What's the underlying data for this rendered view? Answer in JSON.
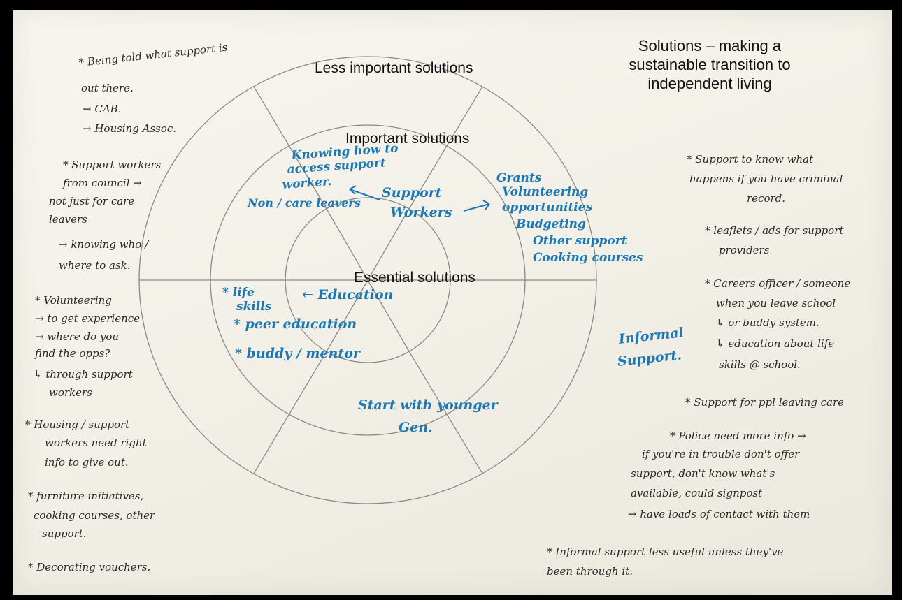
{
  "rings": {
    "outer_label": "Less important solutions",
    "middle_label": "Important solutions",
    "inner_label": "Essential solutions"
  },
  "title": "Solutions – making a sustainable transition to independent living",
  "left_notes": [
    "* Being told what support is",
    "out there.",
    "→ CAB.",
    "→ Housing Assoc.",
    "* Support workers",
    "from council →",
    "not just for care",
    "leavers",
    "→ knowing who /",
    "where to ask.",
    "* Volunteering",
    "→ to get experience",
    "→ where do you",
    "find the opps?",
    "↳ through support",
    "workers",
    "* Housing / support",
    "workers need right",
    "info to give out.",
    "* furniture initiatives,",
    "cooking courses, other",
    "support.",
    "* Decorating vouchers."
  ],
  "right_notes": [
    "* Support to know what",
    "happens if you have criminal",
    "record.",
    "* leaflets / ads for support",
    "providers",
    "* Careers officer / someone",
    "when you leave school",
    "↳ or buddy system.",
    "↳ education about life",
    "skills @ school.",
    "* Support for ppl leaving care",
    "* Police need more info →",
    "if you're in trouble don't offer",
    "support, don't know what's",
    "available, could signpost",
    "→ have loads of contact with them",
    "* Informal support less useful unless they've",
    "been through it."
  ],
  "blue_notes": {
    "knowing": [
      "Knowing how to",
      "access support",
      "worker."
    ],
    "noncare": "Non / care leavers",
    "support_workers": [
      "Support",
      "Workers"
    ],
    "grants": [
      "Grants",
      "Volunteering",
      "opportunities",
      "Budgeting",
      "Other support",
      "Cooking courses"
    ],
    "life_skills": [
      "* life",
      "skills"
    ],
    "education": "← Education",
    "peer": "* peer education",
    "buddy": "* buddy / mentor",
    "informal": [
      "Informal",
      "Support."
    ],
    "start": [
      "Start with younger",
      "Gen."
    ]
  }
}
